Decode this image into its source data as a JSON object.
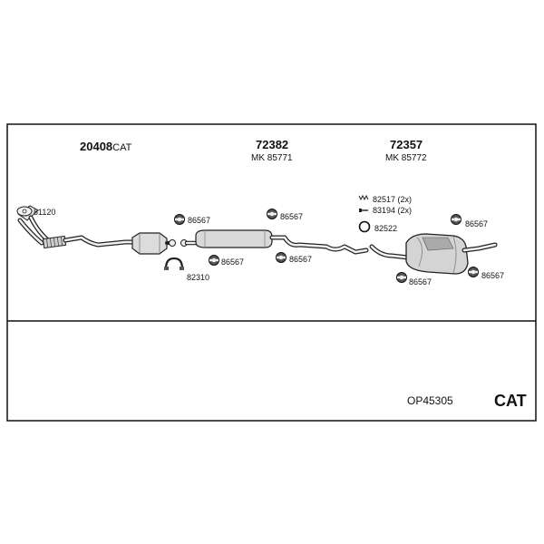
{
  "header": {
    "group1": {
      "number": "20408",
      "suffix": "CAT"
    },
    "group2": {
      "number": "72382",
      "kit": "MK 85771"
    },
    "group3": {
      "number": "72357",
      "kit": "MK 85772"
    }
  },
  "parts": {
    "gasket_front": "81120",
    "hanger_a": "86567",
    "hanger_b": "86567",
    "hanger_c": "86567",
    "hanger_d": "86567",
    "clamp_front": "82310",
    "spring_set": "82517 (2x)",
    "bolt_set": "83194 (2x)",
    "seal_ring": "82522",
    "hanger_e": "86567",
    "hanger_f": "86567",
    "hanger_g": "86567"
  },
  "footer": {
    "code": "OP45305",
    "cat": "CAT"
  },
  "colors": {
    "line": "#111111",
    "part_fill": "#dcdcdc",
    "part_dark": "#555555"
  }
}
